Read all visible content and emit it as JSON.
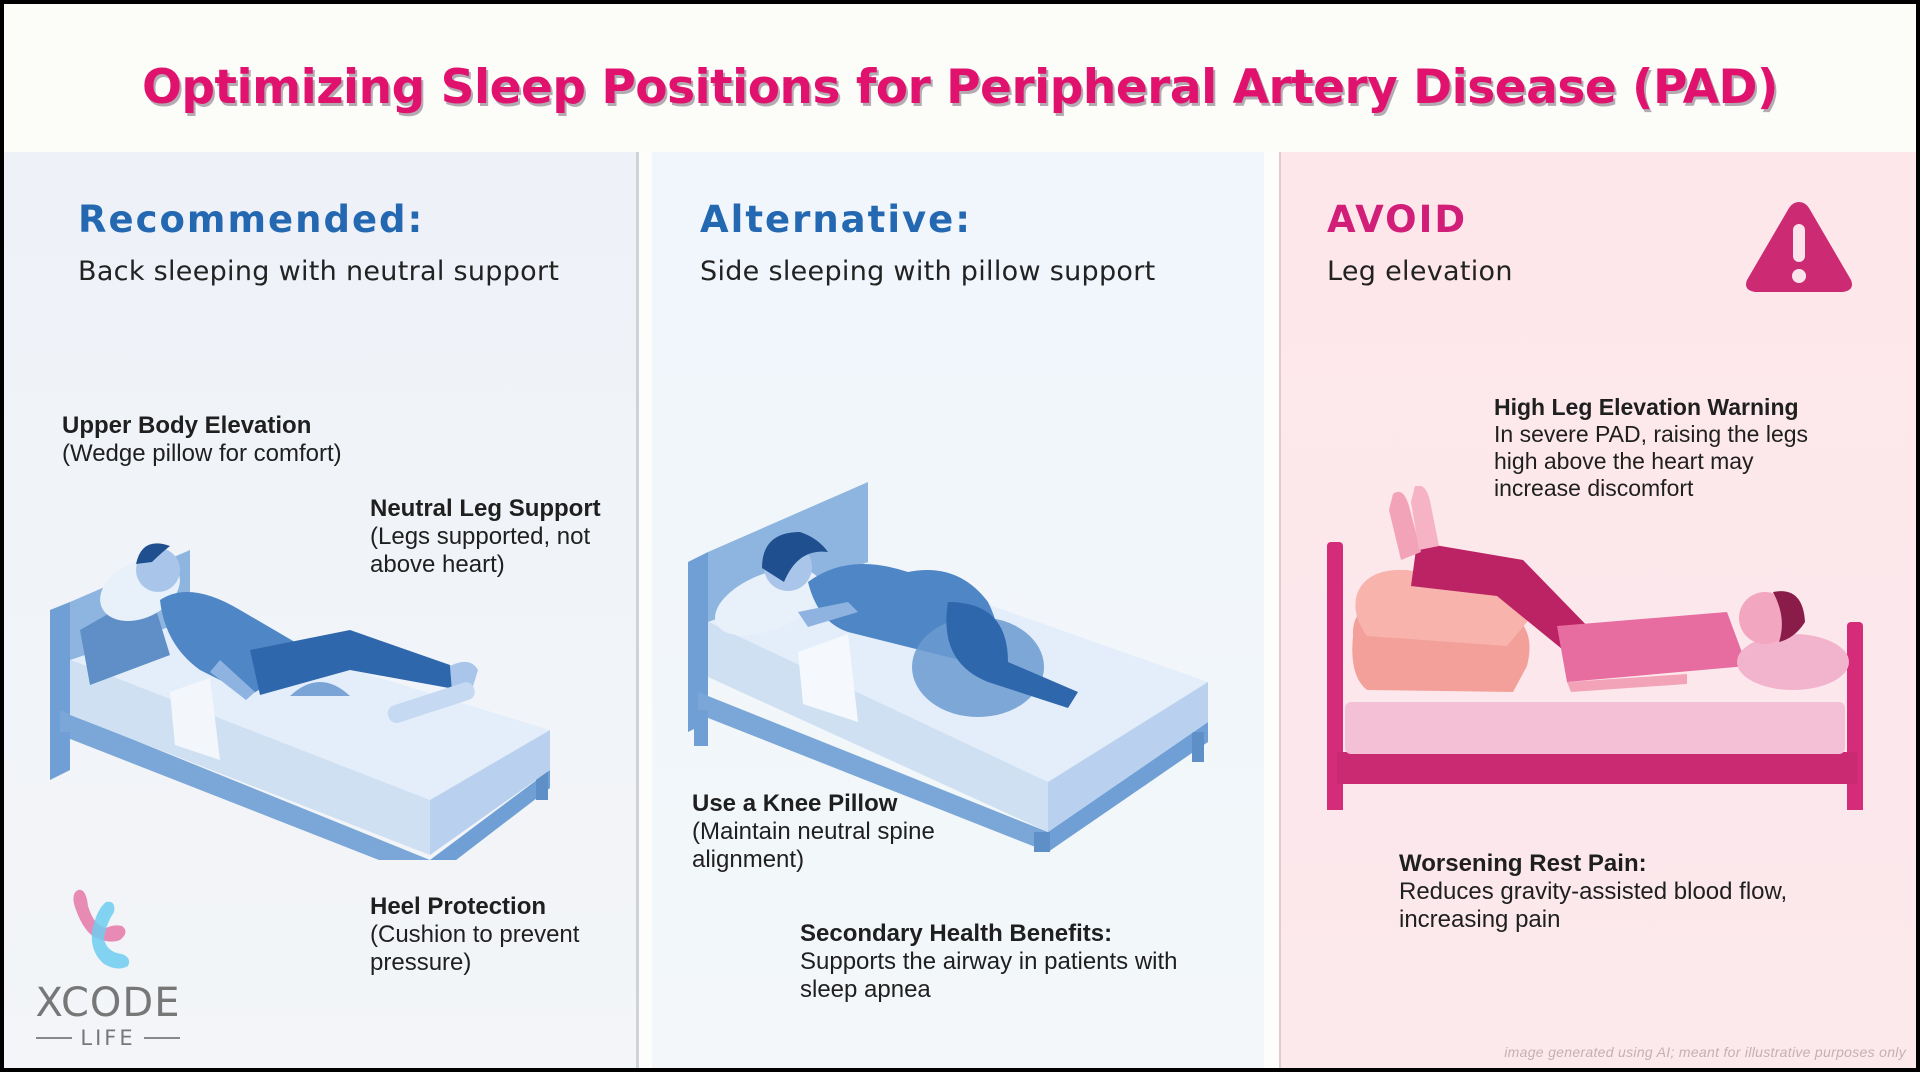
{
  "title": "Optimizing Sleep Positions for Peripheral Artery Disease (PAD)",
  "colors": {
    "title_pink": "#e0126e",
    "heading_blue": "#2468b2",
    "avoid_pink": "#d11f79",
    "warning_icon": "#cc2a72",
    "avoid_panel_bg": "#fde7eb",
    "blue_panel_bg": "#eef2f8"
  },
  "panels": {
    "recommended": {
      "heading": "Recommended:",
      "subtitle": "Back sleeping with neutral support",
      "illustration": "person-back-sleeping-on-wedge-pillow-with-knee-bolster",
      "notes": [
        {
          "title": "Upper Body Elevation",
          "body": "(Wedge pillow for comfort)"
        },
        {
          "title": "Neutral Leg Support",
          "body": "(Legs supported, not\nabove heart)"
        },
        {
          "title": "Heel Protection",
          "body": "(Cushion to prevent\npressure)"
        }
      ]
    },
    "alternative": {
      "heading": "Alternative:",
      "subtitle": "Side sleeping with pillow support",
      "illustration": "person-side-sleeping-with-knee-pillow",
      "notes": [
        {
          "title": "Use a Knee Pillow",
          "body": "(Maintain neutral spine\nalignment)"
        },
        {
          "title": "Secondary Health Benefits:",
          "body": "Supports the airway in patients with\nsleep apnea"
        }
      ]
    },
    "avoid": {
      "heading": "AVOID",
      "subtitle": "Leg elevation",
      "icon": "warning-triangle-icon",
      "illustration": "person-lying-with-legs-raised-on-stacked-pillows",
      "notes": [
        {
          "title": "High Leg Elevation Warning",
          "body": "In severe PAD, raising the legs\nhigh above the heart may\nincrease discomfort"
        },
        {
          "title": "Worsening Rest Pain:",
          "body": "Reduces gravity-assisted blood flow,\nincreasing pain"
        }
      ]
    }
  },
  "logo": {
    "name": "XCODE",
    "sub": "LIFE"
  },
  "disclaimer": "image generated using AI; meant for illustrative purposes only"
}
